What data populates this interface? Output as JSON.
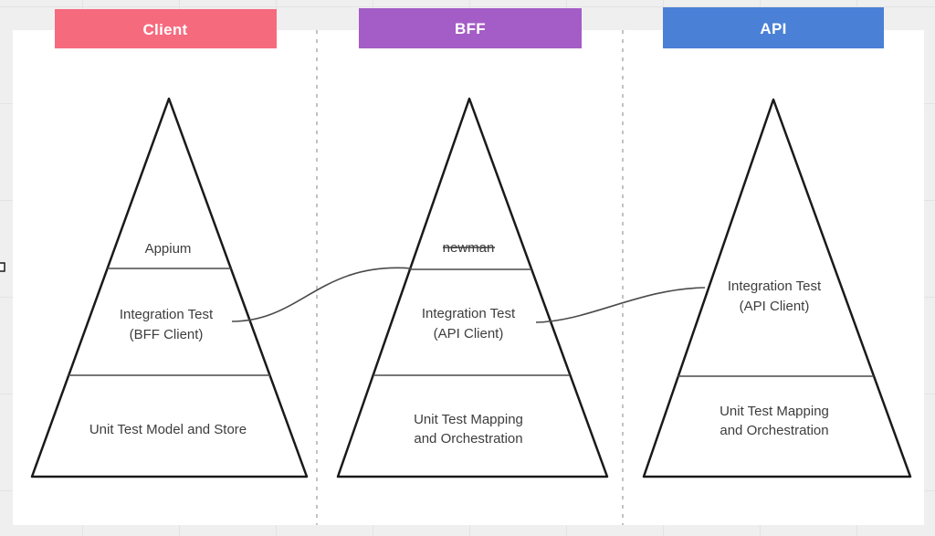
{
  "app": {
    "background_color": "#efefef",
    "grid_line_color": "#e3e3e3",
    "board_color": "#ffffff"
  },
  "headers": [
    {
      "label": "Client",
      "color": "#f66a7e"
    },
    {
      "label": "BFF",
      "color": "#a45cc6"
    },
    {
      "label": "API",
      "color": "#4a80d6"
    }
  ],
  "pyramids": [
    {
      "title": "client",
      "layers": [
        {
          "lines": [
            "Appium"
          ],
          "strikethrough": false
        },
        {
          "lines": [
            "Integration Test",
            "(BFF Client)"
          ],
          "strikethrough": false
        },
        {
          "lines": [
            "Unit Test Model and Store"
          ],
          "strikethrough": false
        }
      ]
    },
    {
      "title": "bff",
      "layers": [
        {
          "lines": [
            "newman"
          ],
          "strikethrough": true
        },
        {
          "lines": [
            "Integration Test",
            "(API Client)"
          ],
          "strikethrough": false
        },
        {
          "lines": [
            "Unit Test Mapping",
            "and Orchestration"
          ],
          "strikethrough": false
        }
      ]
    },
    {
      "title": "api",
      "layers": [
        {
          "lines": [
            "Integration Test",
            "(API Client)"
          ],
          "strikethrough": false
        },
        {
          "lines": [
            "Unit Test Mapping",
            "and Orchestration"
          ],
          "strikethrough": false
        }
      ]
    }
  ],
  "connectors": [
    {
      "description": "client integration test layer to bff top divider"
    },
    {
      "description": "bff integration test layer to api integration test layer"
    }
  ]
}
